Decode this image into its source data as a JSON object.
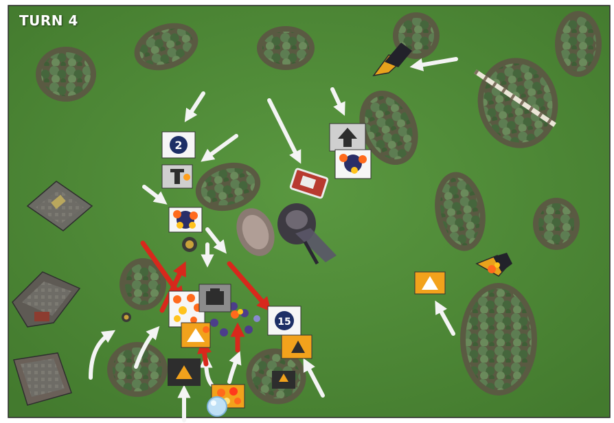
{
  "turn_label": "TURN 4",
  "markers": {
    "objective_2": "2",
    "objective_15": "15"
  },
  "colors": {
    "grass": "#4f8a35",
    "forest_base": "#5a5a42",
    "tree": "#4c6e44",
    "movement_arrow": "#f4f4f4",
    "charge_arrow": "#d8281c",
    "order_token": "#f2a21c",
    "blast_marker": "#f2a21c"
  },
  "icons": [
    "turn-banner",
    "order-token-advance",
    "order-token-down",
    "pinned-marker",
    "blast-marker",
    "objective-marker",
    "wound-marker",
    "movement-arrow",
    "charge-arrow"
  ]
}
